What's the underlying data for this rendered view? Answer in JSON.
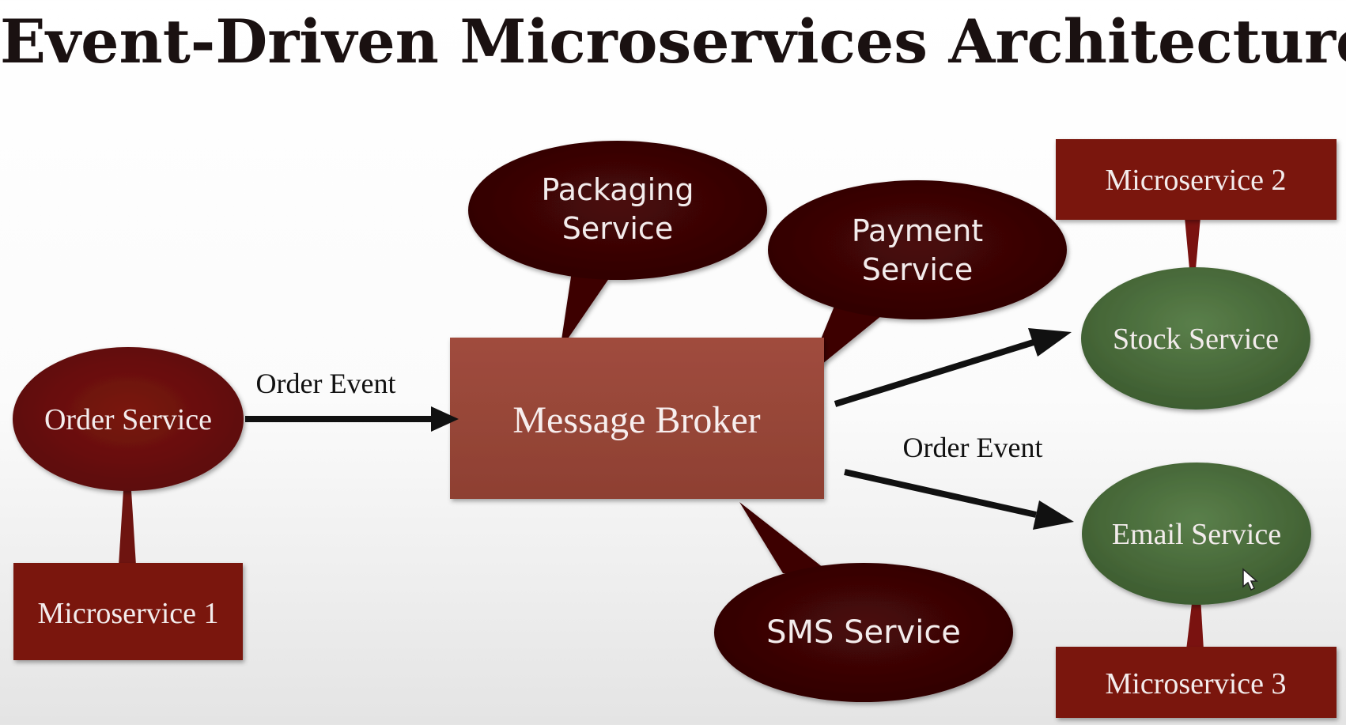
{
  "title": "Event-Driven Microservices Architecture",
  "nodes": {
    "order_service": "Order Service",
    "microservice_1": "Microservice 1",
    "message_broker": "Message Broker",
    "packaging_line1": "Packaging",
    "packaging_line2": "Service",
    "payment_line1": "Payment",
    "payment_line2": "Service",
    "sms_service": "SMS Service",
    "microservice_2": "Microservice 2",
    "stock_service": "Stock Service",
    "email_service": "Email Service",
    "microservice_3": "Microservice 3"
  },
  "edges": {
    "order_to_broker": "Order Event",
    "broker_to_email": "Order Event"
  },
  "colors": {
    "dark_maroon": "#3d0506",
    "maroon": "#6e1410",
    "box_red": "#7a1210",
    "broker": "#9c4a3c",
    "green": "#4a6e3c"
  }
}
